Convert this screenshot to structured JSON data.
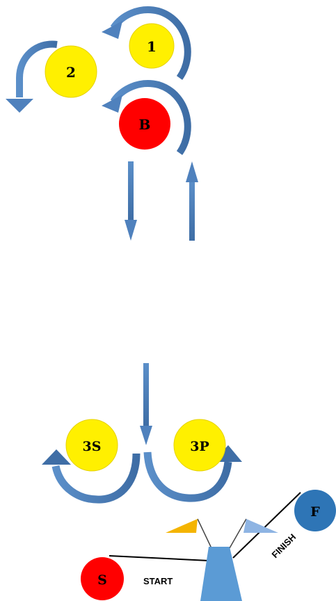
{
  "balls": {
    "one": {
      "label": "1",
      "color": "#FFF000"
    },
    "two": {
      "label": "2",
      "color": "#FFF000"
    },
    "b": {
      "label": "B",
      "color": "#FF0000"
    },
    "three_s": {
      "label": "3S",
      "color": "#FFF000"
    },
    "three_p": {
      "label": "3P",
      "color": "#FFF000"
    },
    "s": {
      "label": "S",
      "color": "#FF0000"
    },
    "f": {
      "label": "F",
      "color": "#2E75B6"
    }
  },
  "labels": {
    "start": "START",
    "finish": "FINISH"
  },
  "colors": {
    "arrow": "#4F81BD",
    "arrow_dark": "#3F6EA6",
    "boat": "#5B9BD5",
    "flag_left": "#F4B400",
    "flag_right": "#8EB4E3",
    "line": "#000000"
  }
}
